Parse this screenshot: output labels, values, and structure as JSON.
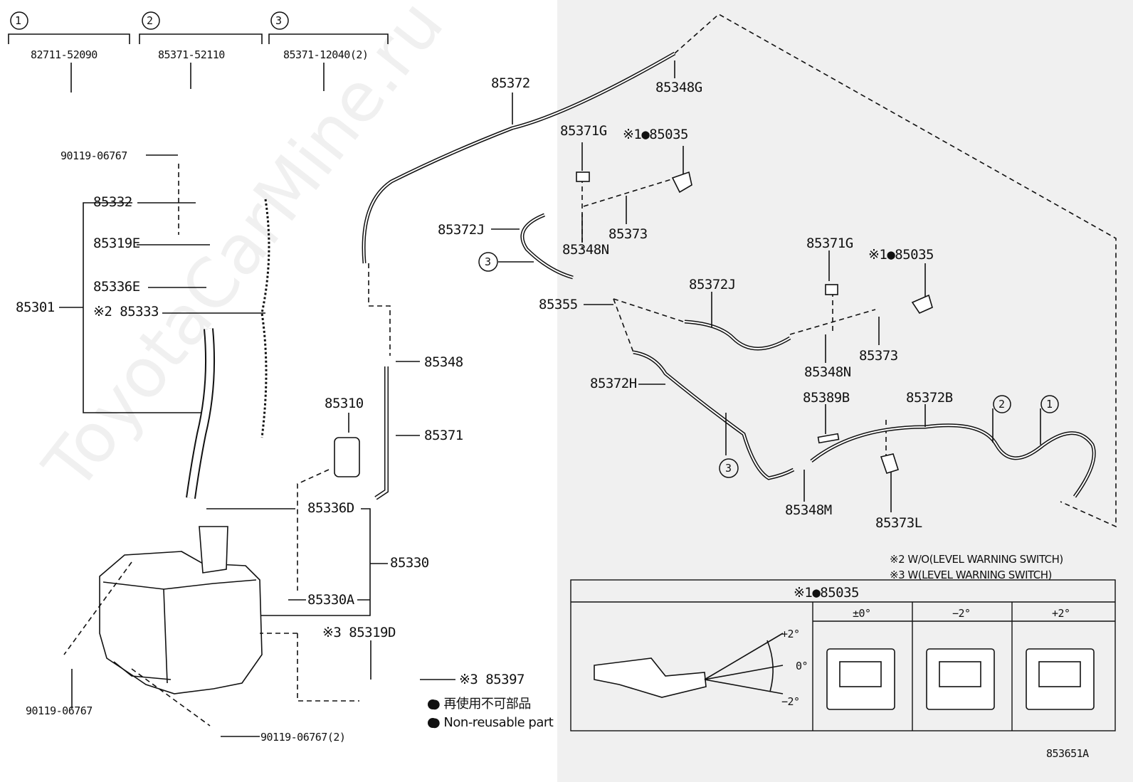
{
  "diagram": {
    "group_markers": [
      {
        "num": "1",
        "part": "82711-52090"
      },
      {
        "num": "2",
        "part": "85371-52110"
      },
      {
        "num": "3",
        "part": "85371-12040(2)"
      }
    ],
    "labels": {
      "l_90119_top": "90119-06767",
      "l_85332": "85332",
      "l_85319E": "85319E",
      "l_85336E": "85336E",
      "l_85301": "85301",
      "l_85333": "※2 85333",
      "l_85310": "85310",
      "l_85336D": "85336D",
      "l_85330": "85330",
      "l_85330A": "85330A",
      "l_90119_left": "90119-06767",
      "l_90119_bottom": "90119-06767(2)",
      "l_85319D": "※3 85319D",
      "l_85397": "※3 85397",
      "l_85372": "85372",
      "l_85348": "85348",
      "l_85371": "85371",
      "l_85348G": "85348G",
      "l_85371G_1": "85371G",
      "l_85035_1": "※1●85035",
      "l_85372J_1": "85372J",
      "l_85373_1": "85373",
      "l_85348N_1": "85348N",
      "l_85355": "85355",
      "l_85371G_2": "85371G",
      "l_85035_2": "※1●85035",
      "l_85372J_2": "85372J",
      "l_85373_2": "85373",
      "l_85348N_2": "85348N",
      "l_85372H": "85372H",
      "l_85389B": "85389B",
      "l_85372B": "85372B",
      "l_85348M": "85348M",
      "l_85373L": "85373L"
    },
    "clip_callouts": {
      "c3a": "3",
      "c3b": "3",
      "c2": "2",
      "c1": "1"
    },
    "notes": {
      "note2": "※2 W/O(LEVEL WARNING SWITCH)",
      "note3": "※3 W(LEVEL WARNING SWITCH)"
    },
    "legend": {
      "jp": "● 再使用不可部品",
      "en": "● Non-reusable part"
    },
    "detail_box": {
      "title": "※1●85035",
      "angles": [
        "+2°",
        "0°",
        "−2°"
      ],
      "columns": [
        "±0°",
        "−2°",
        "+2°"
      ]
    },
    "watermark": "ToyotaCarMine.ru",
    "diagram_id": "853651A"
  }
}
